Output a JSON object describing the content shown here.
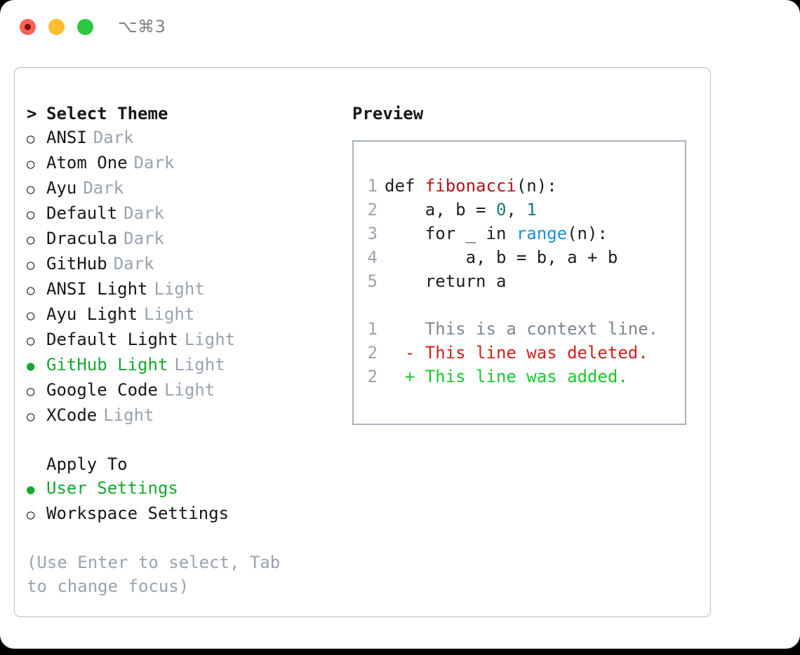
{
  "titlebar": {
    "shortcut": "⌥⌘3",
    "traffic_lights": [
      "close-red",
      "minimize-yellow",
      "maximize-green"
    ]
  },
  "theme_picker": {
    "caret": ">",
    "heading": "Select Theme",
    "bullet_unselected": "○",
    "bullet_selected": "●",
    "items": [
      {
        "name": "ANSI",
        "tag": "Dark",
        "selected": false
      },
      {
        "name": "Atom One",
        "tag": "Dark",
        "selected": false
      },
      {
        "name": "Ayu",
        "tag": "Dark",
        "selected": false
      },
      {
        "name": "Default",
        "tag": "Dark",
        "selected": false
      },
      {
        "name": "Dracula",
        "tag": "Dark",
        "selected": false
      },
      {
        "name": "GitHub",
        "tag": "Dark",
        "selected": false
      },
      {
        "name": "ANSI Light",
        "tag": "Light",
        "selected": false
      },
      {
        "name": "Ayu Light",
        "tag": "Light",
        "selected": false
      },
      {
        "name": "Default Light",
        "tag": "Light",
        "selected": false
      },
      {
        "name": "GitHub Light",
        "tag": "Light",
        "selected": true
      },
      {
        "name": "Google Code",
        "tag": "Light",
        "selected": false
      },
      {
        "name": "XCode",
        "tag": "Light",
        "selected": false
      }
    ]
  },
  "apply_to": {
    "heading": "Apply To",
    "items": [
      {
        "name": "User Settings",
        "selected": true
      },
      {
        "name": "Workspace Settings",
        "selected": false
      }
    ]
  },
  "hint": "(Use Enter to select, Tab to change focus)",
  "preview": {
    "title": "Preview",
    "code_lines": [
      {
        "num": "1",
        "segments": [
          {
            "text": "def ",
            "style": "plain"
          },
          {
            "text": "fibonacci",
            "style": "func"
          },
          {
            "text": "(n):",
            "style": "plain"
          }
        ]
      },
      {
        "num": "2",
        "segments": [
          {
            "text": "    a, b = ",
            "style": "plain"
          },
          {
            "text": "0",
            "style": "num"
          },
          {
            "text": ", ",
            "style": "plain"
          },
          {
            "text": "1",
            "style": "num"
          }
        ]
      },
      {
        "num": "3",
        "segments": [
          {
            "text": "    for _ in ",
            "style": "plain"
          },
          {
            "text": "range",
            "style": "builtin"
          },
          {
            "text": "(n):",
            "style": "plain"
          }
        ]
      },
      {
        "num": "4",
        "segments": [
          {
            "text": "        a, b = b, a + b",
            "style": "plain"
          }
        ]
      },
      {
        "num": "5",
        "segments": [
          {
            "text": "    return a",
            "style": "plain"
          }
        ]
      }
    ],
    "diff_lines": [
      {
        "num": "1",
        "marker": " ",
        "text": "This is a context line.",
        "kind": "context"
      },
      {
        "num": "2",
        "marker": "-",
        "text": "This line was deleted.",
        "kind": "deleted"
      },
      {
        "num": "2",
        "marker": "+",
        "text": "This line was added.",
        "kind": "added"
      }
    ]
  },
  "colors": {
    "accent_green": "#16a831",
    "diff_add": "#16c92b",
    "diff_del": "#d0211c",
    "muted": "#9aa3b0",
    "func": "#b31319",
    "number": "#0e8174",
    "builtin": "#1b8fd1"
  }
}
